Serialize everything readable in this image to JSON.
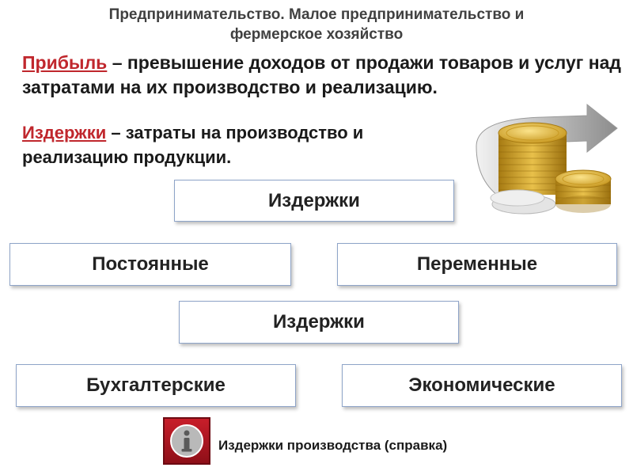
{
  "header": {
    "line1": "Предпринимательство. Малое предпринимательство и",
    "line2": "фермерское хозяйство"
  },
  "definitions": {
    "profit": {
      "term": "Прибыль",
      "text": " – превышение доходов от продажи товаров и услуг над затратами на их производство и реализацию."
    },
    "costs": {
      "term": "Издержки",
      "text": " – затраты на производство и реализацию продукции."
    }
  },
  "diagram": {
    "group1_title": "Издержки",
    "group1_left": "Постоянные",
    "group1_right": "Переменные",
    "group2_title": "Издержки",
    "group2_left": "Бухгалтерские",
    "group2_right": "Экономические"
  },
  "info": {
    "icon": "info-icon",
    "link_label": "Издержки производства (справка)"
  },
  "colors": {
    "term": "#c0272d",
    "box_border": "#8ea4c8",
    "info_bg": "#b31b26"
  }
}
